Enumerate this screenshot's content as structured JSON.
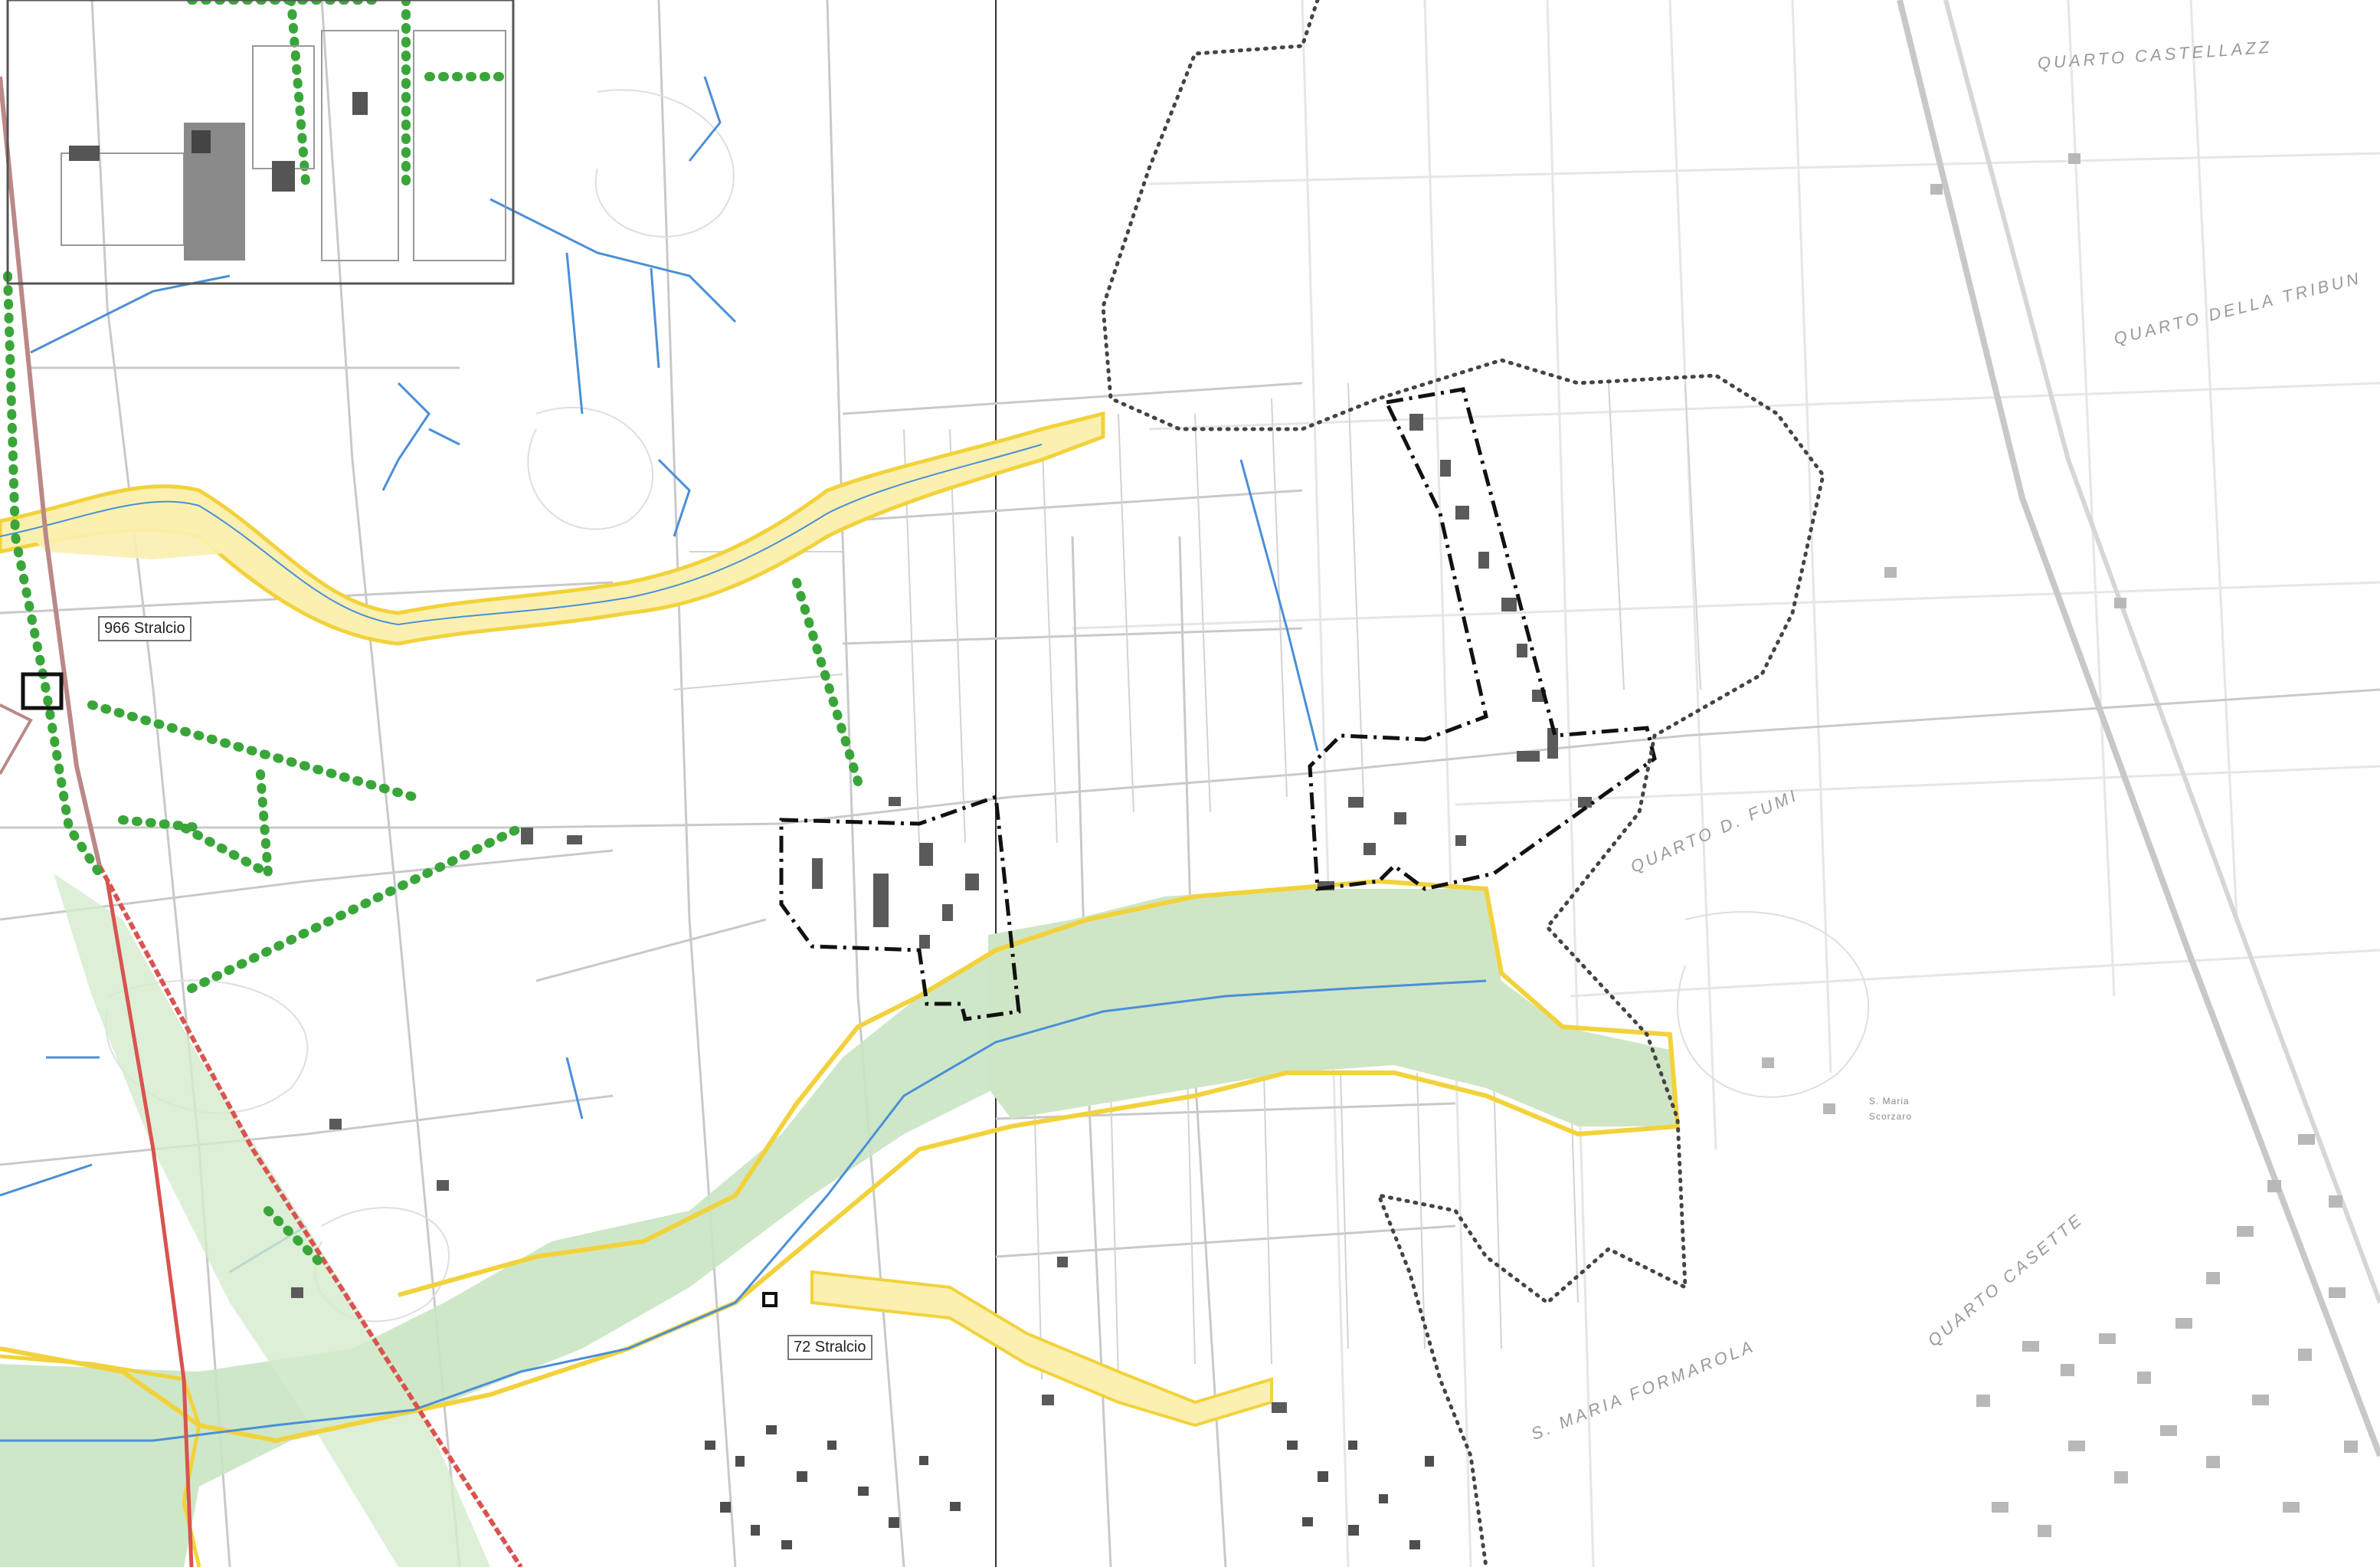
{
  "map": {
    "colors": {
      "background": "#ffffff",
      "road_gray": "#cfcfcf",
      "road_faint": "#e4e4e4",
      "building": "#5a5a5a",
      "building_faint": "#b8b8b8",
      "river_blue": "#4a8fd8",
      "green_area": "#c9e4c3",
      "yellow_border": "#f2d23c",
      "yellow_fill": "#fbf0b0",
      "tree_green": "#3aa63a",
      "railway_red": "#d9534f",
      "boundary_black": "#111111",
      "dotted_boundary": "#444444"
    },
    "labels": {
      "label_966": "966 Stralcio",
      "label_72": "72 Stralcio"
    },
    "place_names": {
      "quarto_castellazzo": "QUARTO CASTELLAZZ",
      "quarto_tribuna": "QUARTO DELLA TRIBUN",
      "quarto_fumi": "QUARTO D. FUMI",
      "quarto_casette": "QUARTO CASETTE",
      "s_maria_formarola": "S. MARIA FORMAROLA",
      "s_maria_small": "S. Maria",
      "s_maria_small2": "Scorzaro"
    }
  }
}
